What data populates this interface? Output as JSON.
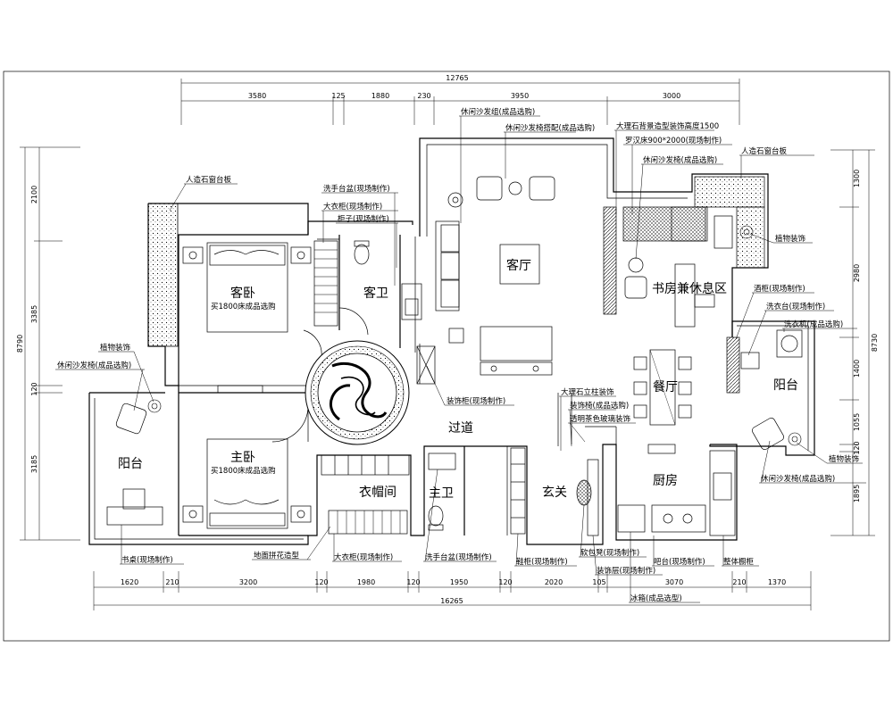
{
  "dimensions": {
    "top_total": "12765",
    "top_segments": [
      "3580",
      "125",
      "1880",
      "230",
      "3950",
      "3000"
    ],
    "bottom_total": "16265",
    "bottom_segments": [
      "1620",
      "210",
      "3200",
      "120",
      "1980",
      "120",
      "1950",
      "120",
      "2020",
      "105",
      "3070",
      "210",
      "1370"
    ],
    "left_total": "8790",
    "left_segments": [
      "2100",
      "3385",
      "120",
      "3185"
    ],
    "right_total": "8730",
    "right_segments": [
      "1300",
      "2980",
      "1400",
      "1055",
      "120",
      "1895"
    ]
  },
  "rooms": {
    "guest_bedroom": "客卧",
    "guest_bath": "客卫",
    "living_room": "客厅",
    "study": "书房兼休息区",
    "dining": "餐厅",
    "balcony_right": "阳台",
    "corridor": "过道",
    "master_bedroom": "主卧",
    "cloakroom": "衣帽间",
    "master_bath": "主卫",
    "entrance": "玄关",
    "kitchen": "厨房",
    "balcony_left": "阳台"
  },
  "notes": {
    "bed_guest": "买1800床成品选购",
    "bed_master": "买1800床成品选购",
    "leisure_sofa_top": "休闲沙发组(成品选购)",
    "leisure_sofa_chair": "休闲沙发椅搭配(成品选购)",
    "marble_bg": "大理石背景造型装饰高度1500",
    "tatami_bed": "罗汉床900*2000(现场制作)",
    "leisure_chair_study": "休闲沙发椅(成品选购)",
    "stone_sill_right": "人造石窗台板",
    "plant_right": "植物装饰",
    "stone_sill_left": "人造石窗台板",
    "wash_basin_guest": "洗手台盆(现场制作)",
    "wardrobe_guest": "大衣柜(现场制作)",
    "cabinet": "柜子(现场制作)",
    "wine_cabinet": "酒柜(现场制作)",
    "laundry_basin": "洗衣台(现场制作)",
    "washer": "洗衣机(成品选购)",
    "plant_left": "植物装饰",
    "leisure_chair_left": "休闲沙发椅(成品选购)",
    "deco_cabinet": "装饰柜(现场制作)",
    "marble_column": "大理石立柱装饰",
    "deco_chair": "装饰椅(成品选购)",
    "glass_deco": "透明茶色玻璃装饰",
    "plant_right2": "植物装饰",
    "leisure_chair_right": "休闲沙发椅(成品选购)",
    "desk": "书桌(现场制作)",
    "floor_pattern": "地面拼花造型",
    "wardrobe_master": "大衣柜(现场制作)",
    "wash_basin_master": "洗手台盆(现场制作)",
    "shoe_cabinet": "鞋柜(现场制作)",
    "soft_stool": "软包凳(现场制作)",
    "deco_shelf": "装饰层(现场制作)",
    "bar_counter": "吧台(现场制作)",
    "integrated_cabinet": "整体橱柜",
    "fridge": "冰箱(成品选型)"
  }
}
